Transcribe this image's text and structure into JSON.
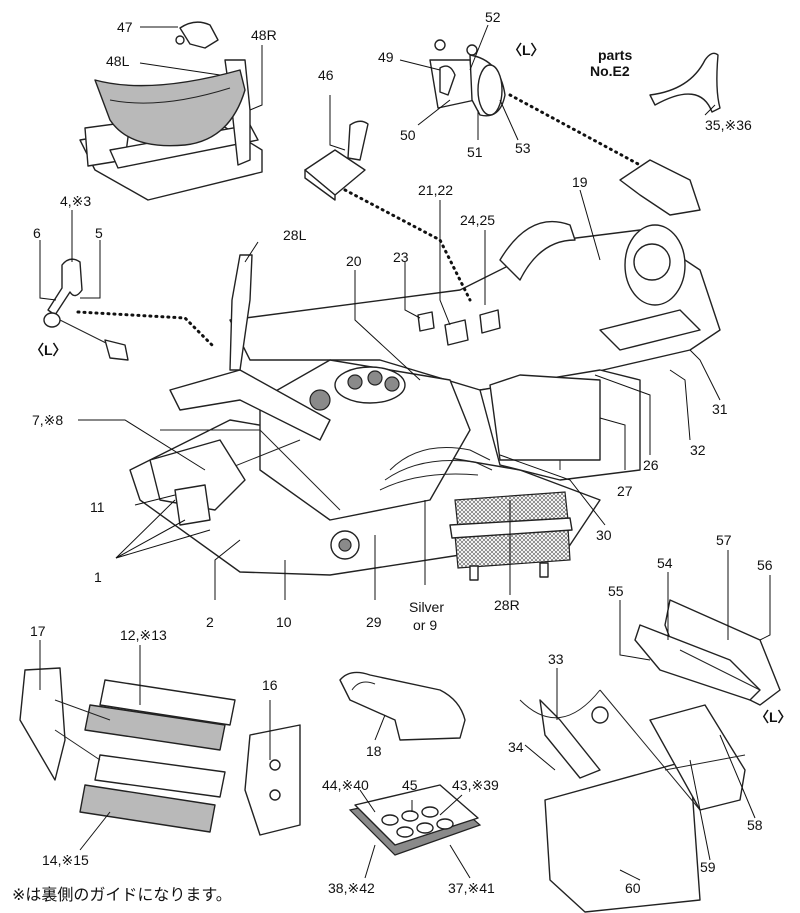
{
  "labels": {
    "p47": "47",
    "p48L": "48L",
    "p48R": "48R",
    "p46": "46",
    "p52": "52",
    "p49": "49",
    "p50": "50",
    "p51": "51",
    "p53": "53",
    "pL1": "〈L〉",
    "parts_title": "parts",
    "parts_no": "No.E2",
    "p35": "35,※36",
    "p4": "4,※3",
    "p6": "6",
    "p5": "5",
    "pL2": "〈L〉",
    "p28L": "28L",
    "p21": "21,22",
    "p24": "24,25",
    "p23": "23",
    "p20": "20",
    "p19": "19",
    "p7": "7,※8",
    "p11": "11",
    "p1": "1",
    "p2": "2",
    "p10": "10",
    "p29": "29",
    "silver1": "Silver",
    "silver2": "or 9",
    "p28R": "28R",
    "p30": "30",
    "p26": "26",
    "p27": "27",
    "p31": "31",
    "p32": "32",
    "p57": "57",
    "p54": "54",
    "p56": "56",
    "p55": "55",
    "pL3": "〈L〉",
    "p17": "17",
    "p12": "12,※13",
    "p16": "16",
    "p14": "14,※15",
    "p18": "18",
    "p44": "44,※40",
    "p45": "45",
    "p43": "43,※39",
    "p38": "38,※42",
    "p37": "37,※41",
    "p33": "33",
    "p34": "34",
    "p58": "58",
    "p59": "59",
    "p60": "60"
  },
  "footnote": "※は裏側のガイドになります。"
}
